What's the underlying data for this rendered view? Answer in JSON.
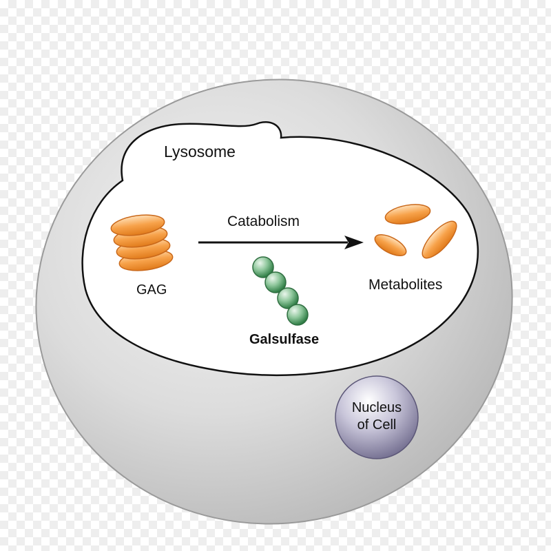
{
  "labels": {
    "lysosome": "Lysosome",
    "catabolism": "Catabolism",
    "gag": "GAG",
    "metabolites": "Metabolites",
    "galsulfase": "Galsulfase",
    "nucleus_line1": "Nucleus",
    "nucleus_line2": "of Cell"
  },
  "colors": {
    "cell_fill": "#d6d6d6",
    "lysosome_fill": "#ffffff",
    "gag_orange": "#f0912e",
    "galsulfase_green": "#3f9a5a",
    "nucleus_fill": "#9e9ab8",
    "outline": "#111111"
  }
}
